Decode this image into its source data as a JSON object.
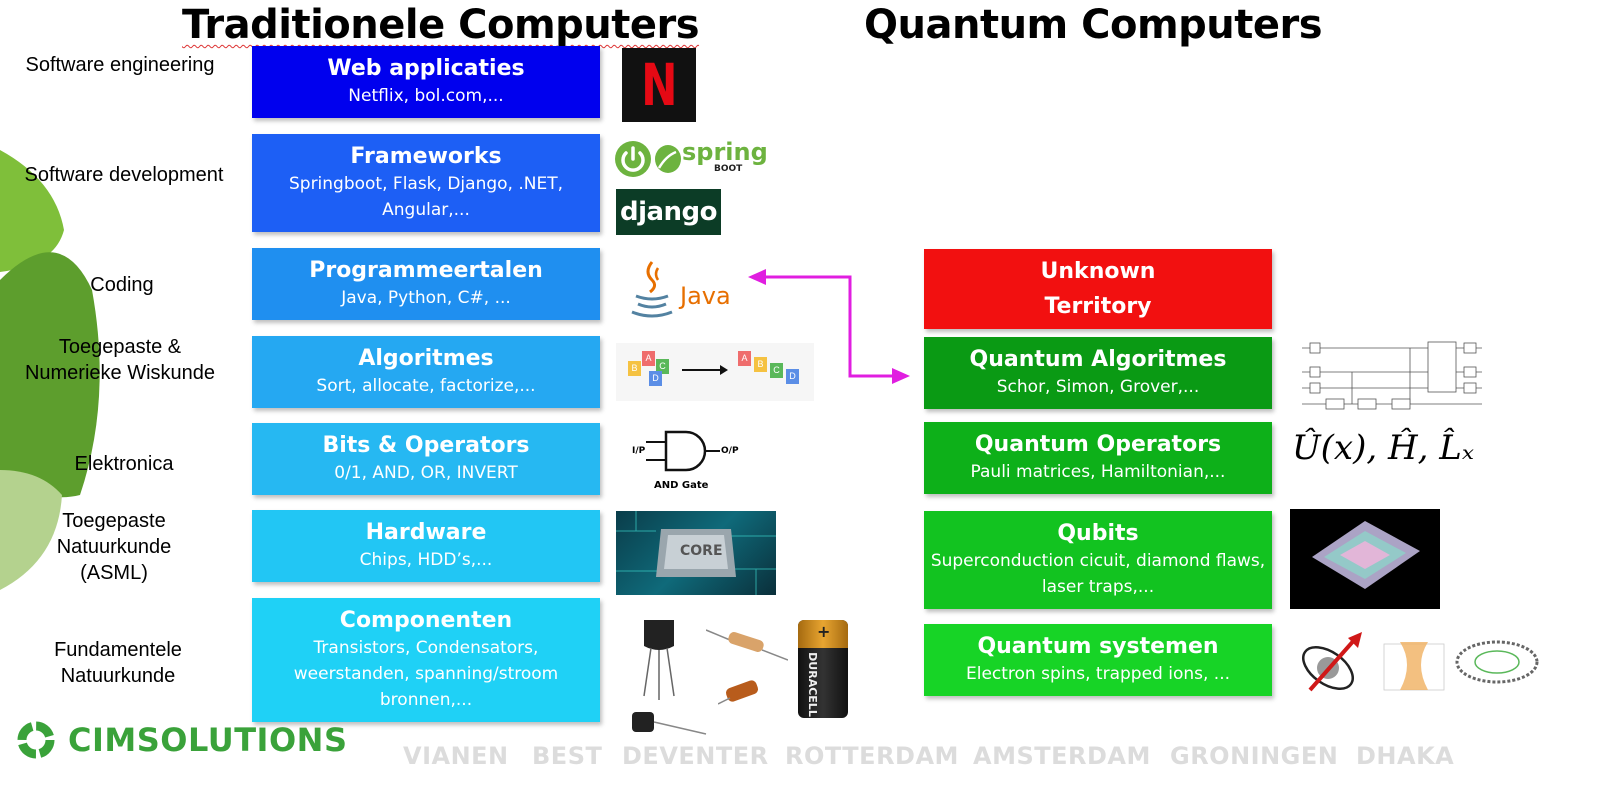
{
  "titles": {
    "left": "Traditionele Computers",
    "right": "Quantum Computers"
  },
  "left_labels": [
    "Software engineering",
    "Software development",
    "Coding",
    "Toegepaste & Numerieke Wiskunde",
    "Elektronica",
    "Toegepaste Natuurkunde (ASML)",
    "Fundamentele Natuurkunde"
  ],
  "traditional_layers": [
    {
      "title": "Web applicaties",
      "subtitle": "Netflix, bol.com,...",
      "color": "#0000ee"
    },
    {
      "title": "Frameworks",
      "subtitle": "Springboot, Flask, Django, .NET, Angular,...",
      "color": "#1d5ff5"
    },
    {
      "title": "Programmeertalen",
      "subtitle": "Java, Python, C#, ...",
      "color": "#1f8ff0"
    },
    {
      "title": "Algoritmes",
      "subtitle": "Sort, allocate, factorize,...",
      "color": "#25a8f2"
    },
    {
      "title": "Bits & Operators",
      "subtitle": "0/1, AND, OR, INVERT",
      "color": "#26b8f2"
    },
    {
      "title": "Hardware",
      "subtitle": "Chips, HDD’s,...",
      "color": "#22c6f4"
    },
    {
      "title": "Componenten",
      "subtitle": "Transistors, Condensators, weerstanden, spanning/stroom bronnen,...",
      "color": "#1fd1f6"
    }
  ],
  "quantum_layers": [
    {
      "title": "Unknown Territory",
      "subtitle": "",
      "color": "#f21010"
    },
    {
      "title": "Quantum Algoritmes",
      "subtitle": "Schor, Simon, Grover,...",
      "color": "#0a9a14"
    },
    {
      "title": "Quantum Operators",
      "subtitle": "Pauli matrices, Hamiltonian,...",
      "color": "#0db019"
    },
    {
      "title": "Qubits",
      "subtitle": "Superconduction cicuit, diamond flaws, laser traps,...",
      "color": "#12c320"
    },
    {
      "title": "Quantum systemen",
      "subtitle": "Electron spins, trapped ions, ...",
      "color": "#17d426"
    }
  ],
  "logos": {
    "netflix": "N",
    "spring": "spring",
    "spring_boot": "BOOT",
    "django": "django",
    "java": "Java",
    "and_gate_in": "I/P",
    "and_gate_out": "O/P",
    "and_gate_label": "AND Gate",
    "algo_before": [
      "B",
      "A",
      "C",
      "D"
    ],
    "algo_after": [
      "A",
      "B",
      "C",
      "D"
    ],
    "operators_formula": "Û(x), Ĥ, L̂ₓ",
    "duracell": "DURACELL",
    "battery_plus": "+"
  },
  "footer": {
    "brand": "CIMSOLUTIONS",
    "cities": [
      "VIANEN",
      "BEST",
      "DEVENTER",
      "ROTTERDAM",
      "AMSTERDAM",
      "GRONINGEN",
      "DHAKA"
    ]
  },
  "colors": {
    "arrow": "#e01ee0",
    "brand_green": "#3aa23a",
    "city_grey": "#dcdcdc"
  }
}
